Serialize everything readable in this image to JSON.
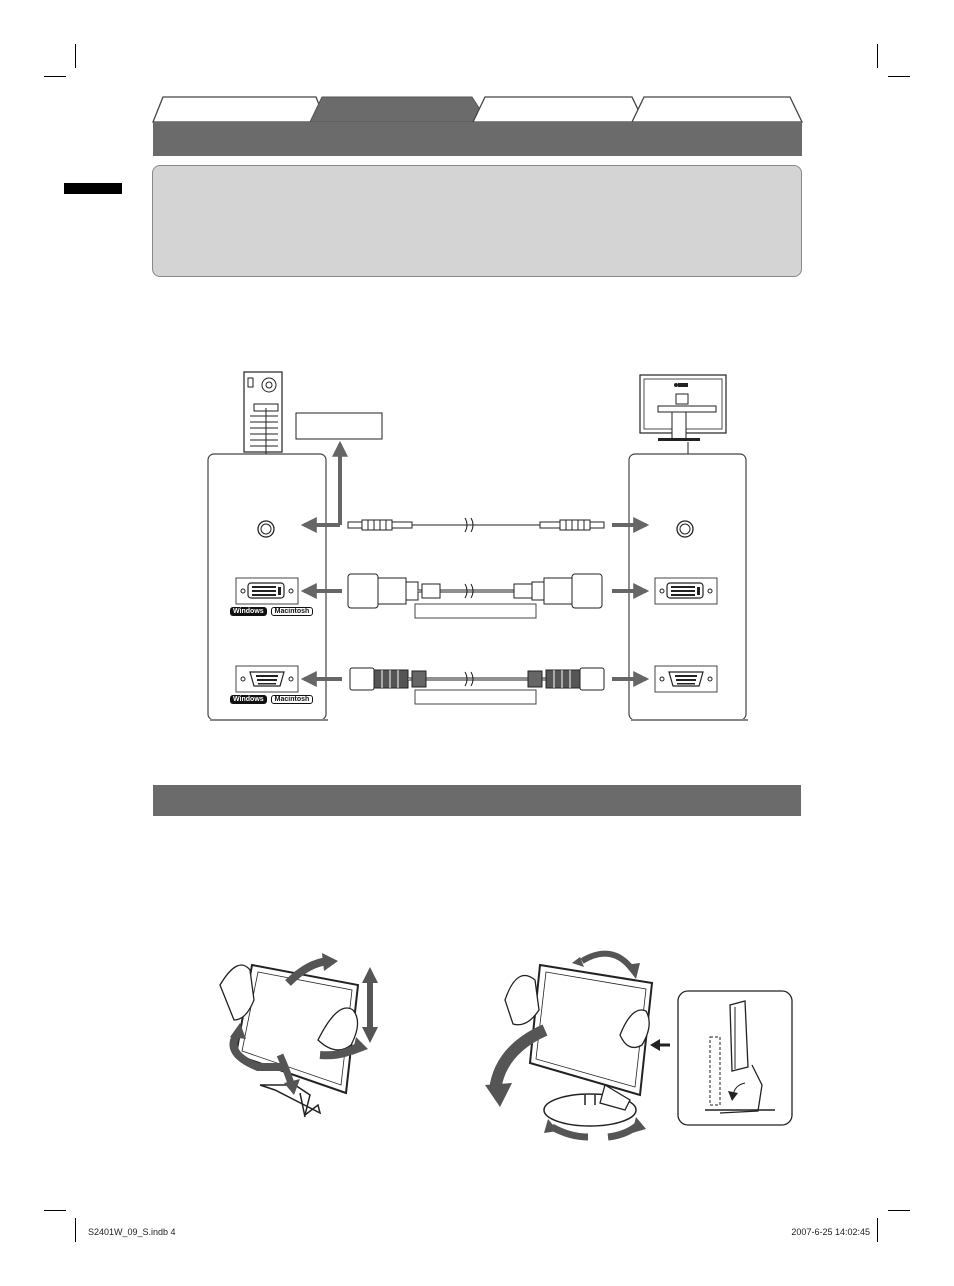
{
  "tabs": [
    {
      "label": ""
    },
    {
      "label": ""
    },
    {
      "label": ""
    },
    {
      "label": ""
    }
  ],
  "connection": {
    "computer_window_box": "",
    "cable_label_dvi": "",
    "cable_label_vga": "",
    "os_badges_dvi": [
      "Windows",
      "Macintosh"
    ],
    "os_badges_vga": [
      "Windows",
      "Macintosh"
    ]
  },
  "footer": {
    "file": "S2401W_09_S.indb   4",
    "timestamp": "2007-6-25   14:02:45"
  }
}
